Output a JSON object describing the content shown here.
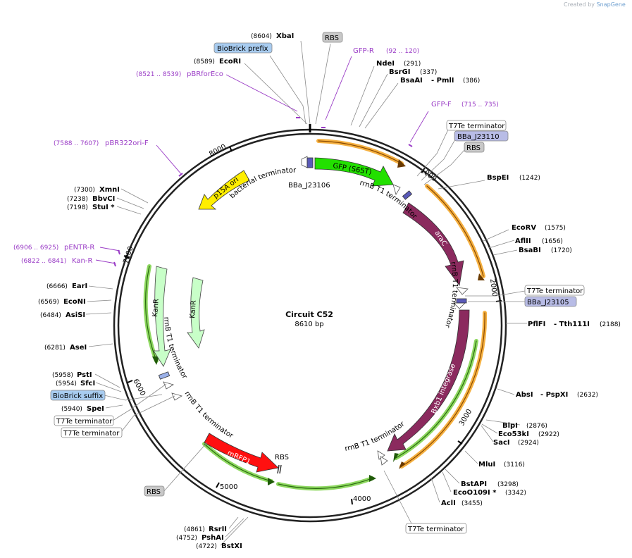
{
  "credit": {
    "prefix": "Created by",
    "brand": "SnapGene"
  },
  "title": "Circuit C52",
  "length_label": "8610 bp",
  "ticks": [
    "1000",
    "2000",
    "3000",
    "4000",
    "5000",
    "6000",
    "7000",
    "8000"
  ],
  "features": {
    "gfp": "GFP (S65T)",
    "arac": "araC",
    "bxb1": "Bxb1 integrase",
    "mrfp1": "mRFP1",
    "p15a": "p15A ori",
    "kanr_outer": "KanR",
    "kanr_inner": "KanR",
    "bact_term": "bacterial terminator",
    "bba_j23106": "BBa_J23106",
    "rrnb_1": "rrnB T1 terminator",
    "rrnb_2": "rrnB T1 terminator",
    "rrnb_3": "rrnB T1 terminator",
    "rrnb_4": "rrnB T1 terminator",
    "rrnb_5": "rrnB T1 terminator",
    "rbs_inner": "RBS"
  },
  "sites": {
    "xbai": {
      "name": "XbaI",
      "pos": "(8604)"
    },
    "ecori": {
      "name": "EcoRI",
      "pos": "(8589)"
    },
    "ndei": {
      "name": "NdeI",
      "pos": "(291)"
    },
    "bsrgi": {
      "name": "BsrGI",
      "pos": "(337)"
    },
    "bsaai": {
      "name": "BsaAI",
      "pos": "(386)",
      "extra": "- PmlI"
    },
    "bspei": {
      "name": "BspEI",
      "pos": "(1242)"
    },
    "ecorv": {
      "name": "EcoRV",
      "pos": "(1575)"
    },
    "aflii": {
      "name": "AflII",
      "pos": "(1656)"
    },
    "bsabi": {
      "name": "BsaBI",
      "pos": "(1720)"
    },
    "pflfi": {
      "name": "PflFI",
      "pos": "(2188)",
      "extra": "- Tth111I"
    },
    "absi": {
      "name": "AbsI",
      "pos": "(2632)",
      "extra": "- PspXI"
    },
    "blpi": {
      "name": "BlpI",
      "pos": "(2876)"
    },
    "eco53ki": {
      "name": "Eco53kI",
      "pos": "(2922)"
    },
    "saci": {
      "name": "SacI",
      "pos": "(2924)"
    },
    "mlui": {
      "name": "MluI",
      "pos": "(3116)"
    },
    "bstapi": {
      "name": "BstAPI",
      "pos": "(3298)"
    },
    "eco0109i": {
      "name": "EcoO109I *",
      "pos": "(3342)"
    },
    "acli": {
      "name": "AclI",
      "pos": "(3455)"
    },
    "rsrii": {
      "name": "RsrII",
      "pos": "(4861)"
    },
    "pshai": {
      "name": "PshAI",
      "pos": "(4752)"
    },
    "bstxi": {
      "name": "BstXI",
      "pos": "(4722)"
    },
    "spei": {
      "name": "SpeI",
      "pos": "(5940)"
    },
    "sfci": {
      "name": "SfcI",
      "pos": "(5954)"
    },
    "psti": {
      "name": "PstI",
      "pos": "(5958)"
    },
    "asei": {
      "name": "AseI",
      "pos": "(6281)"
    },
    "asisi": {
      "name": "AsiSI",
      "pos": "(6484)"
    },
    "econi": {
      "name": "EcoNI",
      "pos": "(6569)"
    },
    "eari": {
      "name": "EarI",
      "pos": "(6666)"
    },
    "stui": {
      "name": "StuI *",
      "pos": "(7198)"
    },
    "bbvci": {
      "name": "BbvCI",
      "pos": "(7238)"
    },
    "xmni": {
      "name": "XmnI",
      "pos": "(7300)"
    }
  },
  "primers": {
    "gfp_r": {
      "name": "GFP-R",
      "range": "(92 .. 120)"
    },
    "gfp_f": {
      "name": "GFP-F",
      "range": "(715 .. 735)"
    },
    "pbrforeco": {
      "name": "pBRforEco",
      "range": "(8521 .. 8539)"
    },
    "pbr322ori_f": {
      "name": "pBR322ori-F",
      "range": "(7588 .. 7607)"
    },
    "pentr_r": {
      "name": "pENTR-R",
      "range": "(6906 .. 6925)"
    },
    "kan_r": {
      "name": "Kan-R",
      "range": "(6822 .. 6841)"
    }
  },
  "boxes": {
    "rbs_top": "RBS",
    "biobrick_prefix": "BioBrick prefix",
    "t7te_1": "T7Te terminator",
    "bba_j23110": "BBa_J23110",
    "rbs_right": "RBS",
    "t7te_2": "T7Te terminator",
    "bba_j23105": "BBa_J23105",
    "biobrick_suffix": "BioBrick suffix",
    "t7te_3": "T7Te terminator",
    "t7te_4": "T7Te terminator",
    "t7te_bottom": "T7Te terminator",
    "rbs_bottom": "RBS"
  },
  "colors": {
    "gfp": "#22e000",
    "arac": "#8b2a5e",
    "mrfp1": "#ff1010",
    "p15a": "#ffee00",
    "kanr": "#c8ffc8",
    "orange_track": "#f5a623",
    "green_track": "#4caf20",
    "primer": "#9a3cc6",
    "promoter_box": "#b8bce6",
    "biobrick_box": "#a8ccf0",
    "rbs_box": "#c8c8c8"
  }
}
